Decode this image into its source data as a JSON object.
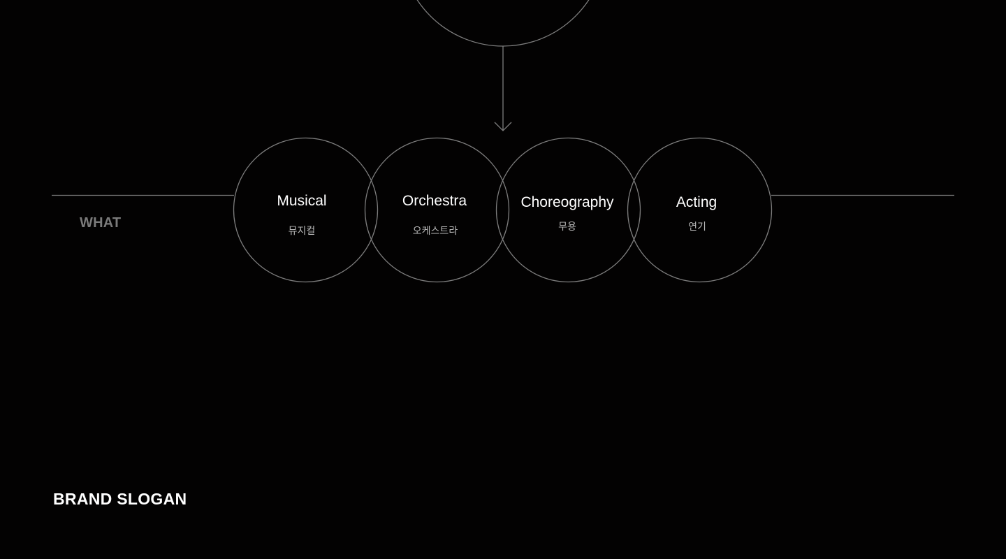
{
  "section": {
    "label": "WHAT"
  },
  "nodes": [
    {
      "title": "Musical",
      "subtitle": "뮤지컬"
    },
    {
      "title": "Orchestra",
      "subtitle": "오케스트라"
    },
    {
      "title": "Choreography",
      "subtitle": "무용"
    },
    {
      "title": "Acting",
      "subtitle": "연기"
    }
  ],
  "footer": {
    "slogan": "BRAND SLOGAN"
  },
  "colors": {
    "background": "#030202",
    "line": "#7d7d7d",
    "title": "#ffffff",
    "subtitle": "#b9b9b9",
    "label": "#7b7b7b"
  }
}
